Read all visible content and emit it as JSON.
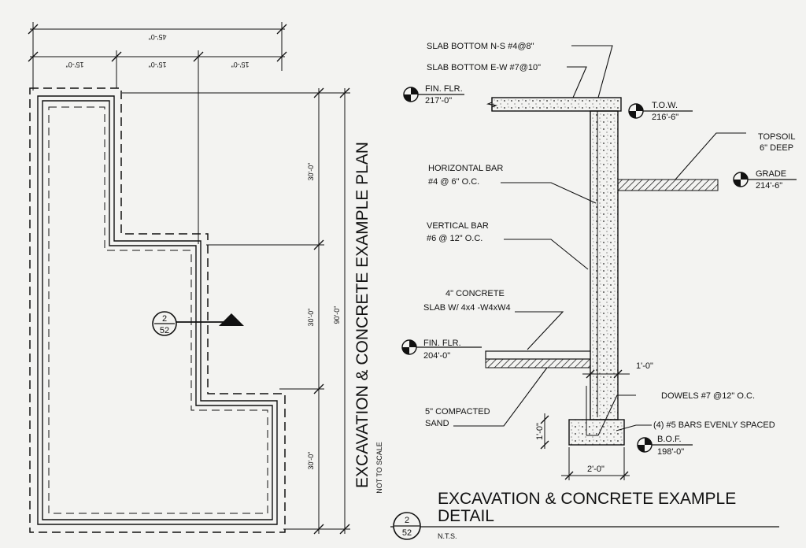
{
  "plan": {
    "title": "EXCAVATION & CONCRETE EXAMPLE PLAN",
    "scale_note": "NOT TO SCALE",
    "dims": {
      "overall_width": "45'-0\"",
      "seg_1": "15'-0\"",
      "seg_2": "15'-0\"",
      "seg_3": "15'-0\"",
      "height_1": "30'-0\"",
      "height_2": "30'-0\"",
      "height_3": "30'-0\"",
      "overall_height": "90'-0\""
    },
    "section_marker": {
      "number": "2",
      "sheet": "52"
    }
  },
  "detail": {
    "callouts": {
      "slab_bottom_ns": "SLAB BOTTOM N-S #4@8\"",
      "slab_bottom_ew": "SLAB BOTTOM E-W #7@10\"",
      "fin_flr_top_label": "FIN. FLR.",
      "fin_flr_top_value": "217'-0\"",
      "tow_label": "T.O.W.",
      "tow_value": "216'-6\"",
      "topsoil_1": "TOPSOIL",
      "topsoil_2": "6\" DEEP",
      "grade_label": "GRADE",
      "grade_value": "214'-6\"",
      "horiz_bar_1": "HORIZONTAL BAR",
      "horiz_bar_2": "#4 @ 6\" O.C.",
      "vert_bar_1": "VERTICAL BAR",
      "vert_bar_2": "#6 @ 12\" O.C.",
      "slab_note_1": "4\" CONCRETE",
      "slab_note_2": "SLAB W/ 4x4 -W4xW4",
      "fin_flr_low_label": "FIN. FLR.",
      "fin_flr_low_value": "204'-0\"",
      "wall_thickness": "1'-0\"",
      "dowels": "DOWELS #7 @12\" O.C.",
      "bars": "(4) #5 BARS EVENLY SPACED",
      "bof_label": "B.O.F.",
      "bof_value": "198'-0\"",
      "sand_1": "5\" COMPACTED",
      "sand_2": "SAND",
      "footing_depth": "1'-0\"",
      "footing_width": "2'-0\""
    },
    "title_line_1": "EXCAVATION & CONCRETE EXAMPLE",
    "title_line_2": "DETAIL",
    "marker": {
      "number": "2",
      "sheet": "52"
    },
    "scale_note": "N.T.S."
  }
}
